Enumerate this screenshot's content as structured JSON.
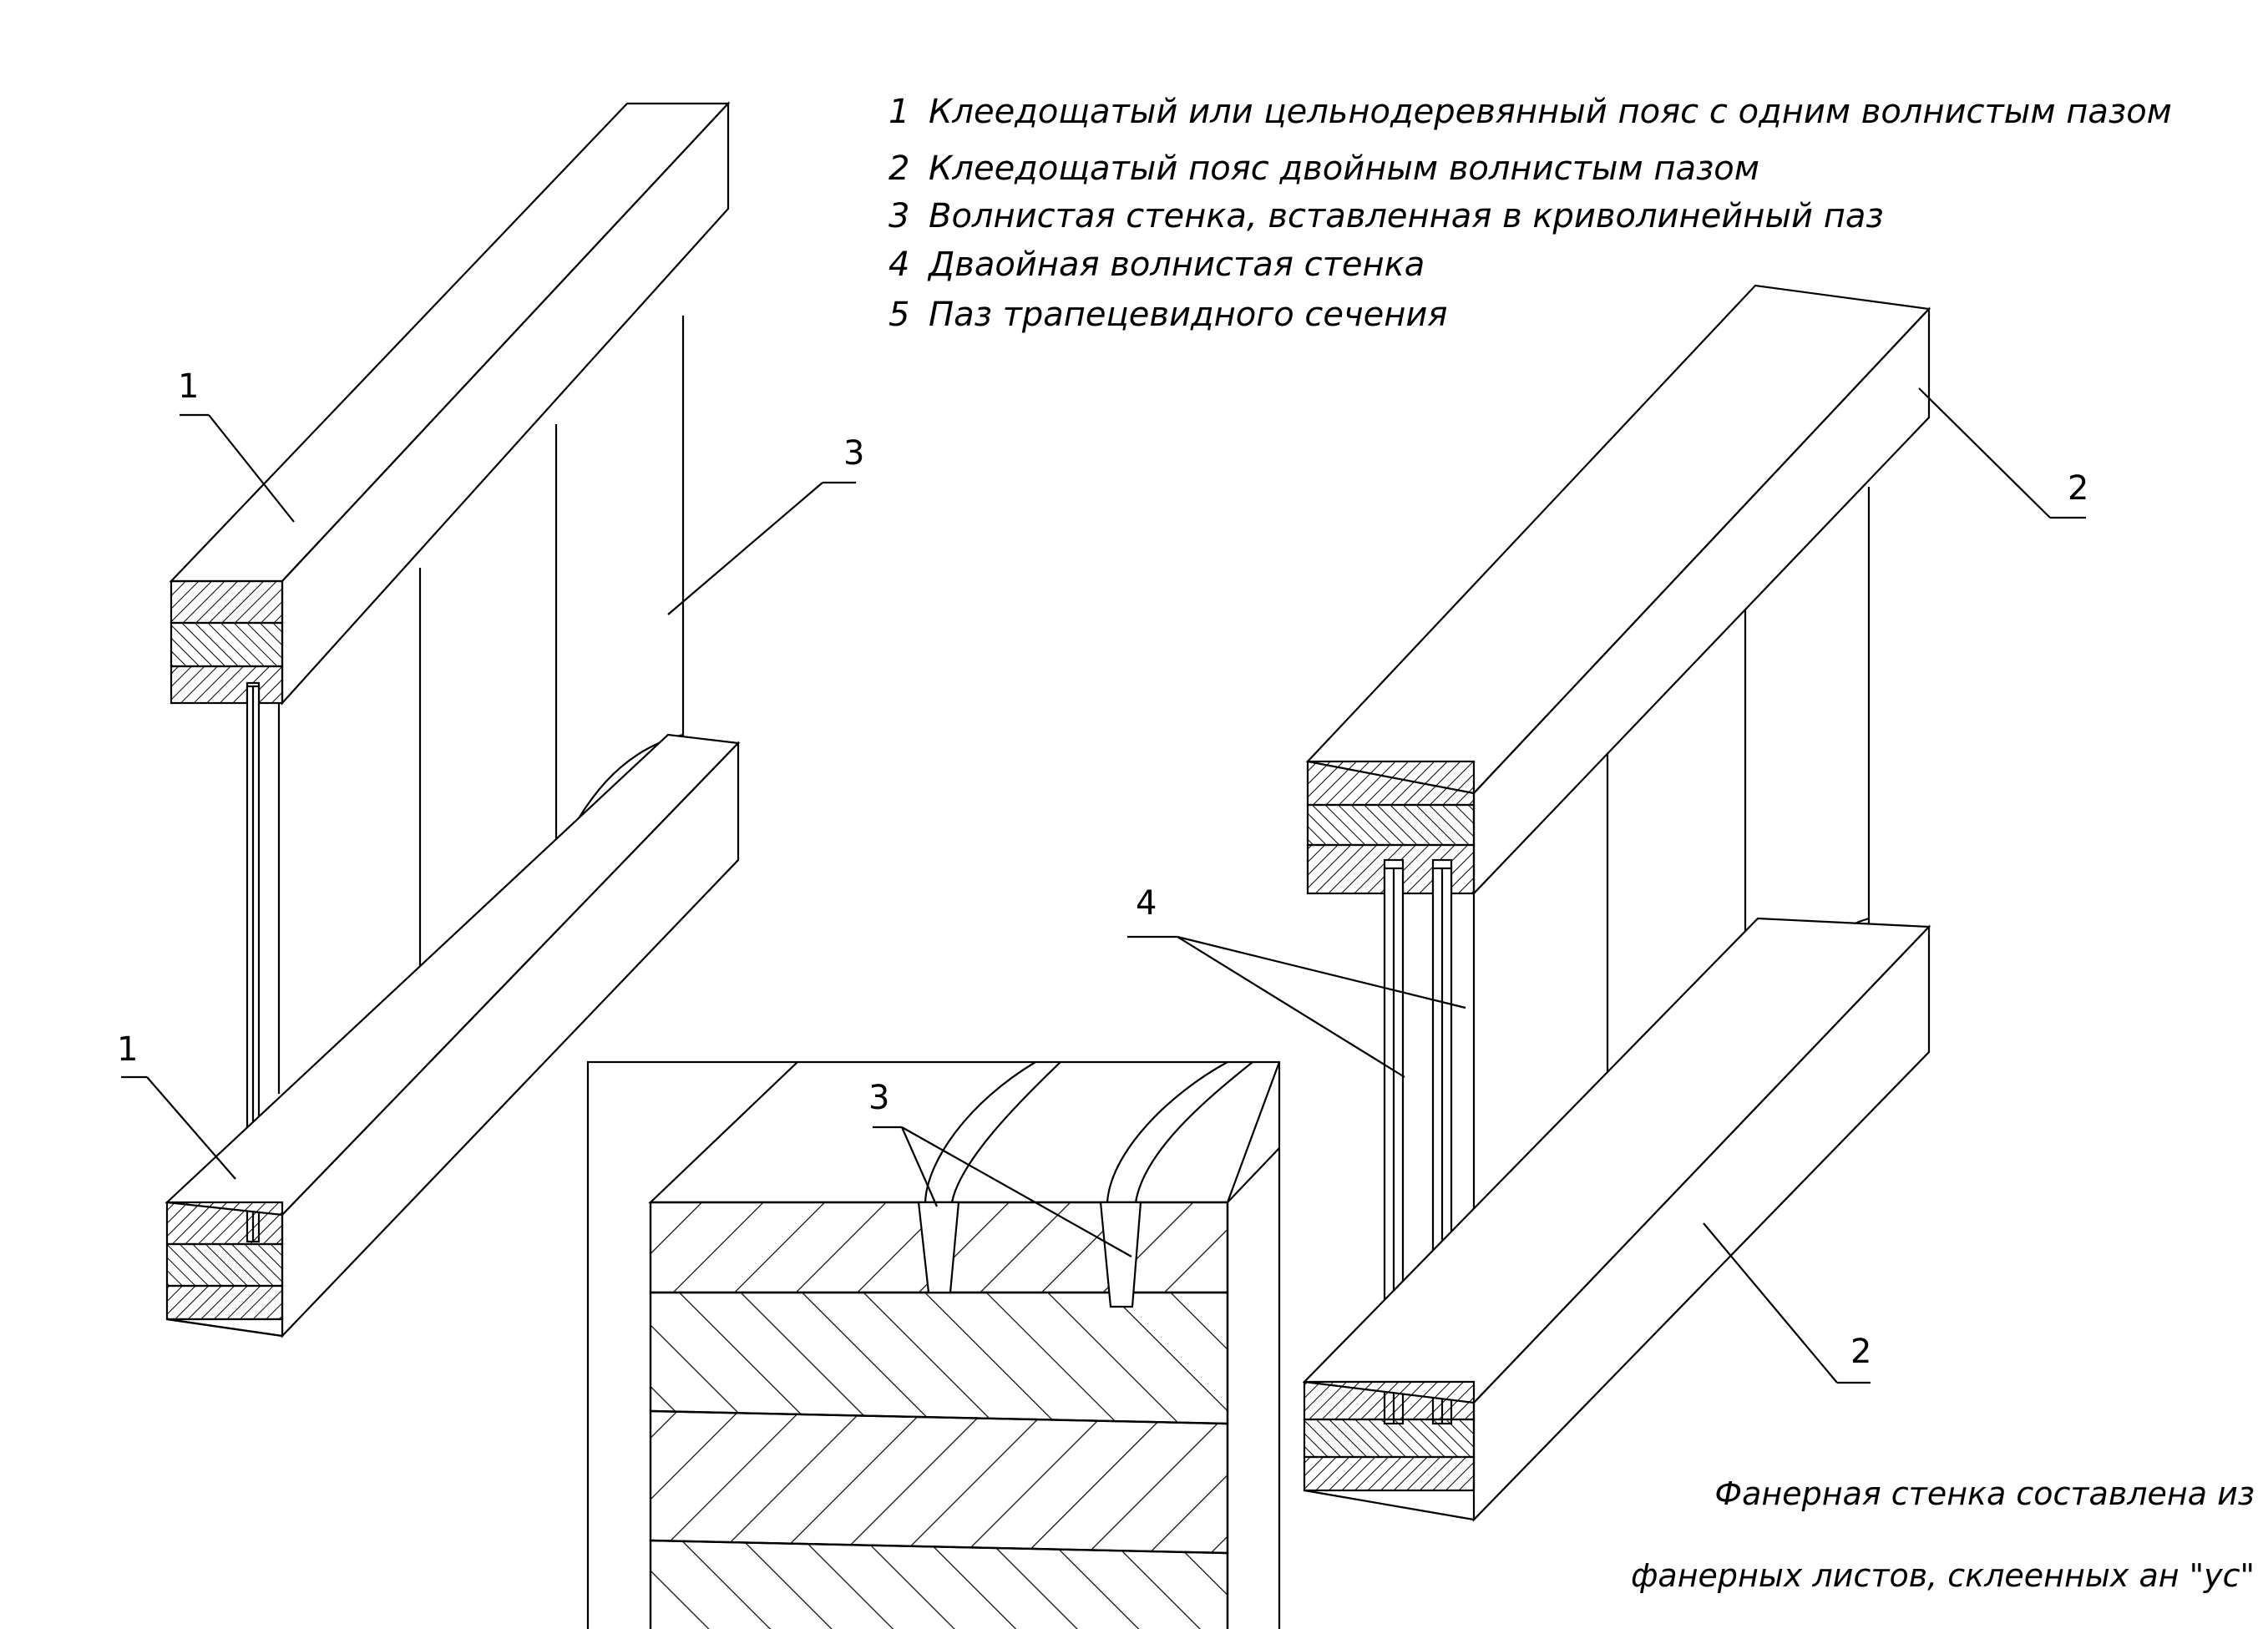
{
  "legend": {
    "items": [
      {
        "num": "1",
        "text": "Клеедощатый или цельнодеревянный пояс с одним волнистым пазом"
      },
      {
        "num": "2",
        "text": "Клеедощатый пояс двойным волнистым пазом"
      },
      {
        "num": "3",
        "text": "Волнистая стенка, вставленная в криволинейный паз"
      },
      {
        "num": "4",
        "text": "Дваойная волнистая стенка"
      },
      {
        "num": "5",
        "text": "Паз трапецевидного сечения"
      }
    ]
  },
  "callouts": {
    "left_top_chord": "1",
    "left_bottom_chord": "1",
    "left_wall": "3",
    "right_top_chord": "2",
    "right_bottom_chord": "2",
    "right_double_wall": "4",
    "detail_wall": "3"
  },
  "note": {
    "line1": "Фанерная стенка составлена из",
    "line2": "фанерных листов, склеенных ан \"ус\""
  }
}
